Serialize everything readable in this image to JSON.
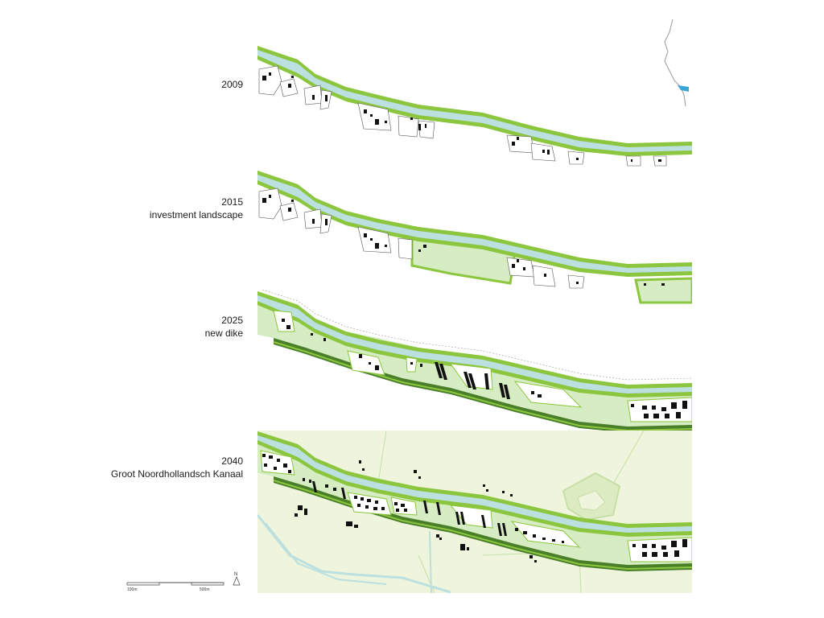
{
  "panels": [
    {
      "year": "2009",
      "subtitle": ""
    },
    {
      "year": "2015",
      "subtitle": "investment landscape"
    },
    {
      "year": "2025",
      "subtitle": "new dike"
    },
    {
      "year": "2040",
      "subtitle": "Groot Noordhollandsch Kanaal"
    }
  ],
  "scale_bar": {
    "left_label": "100m",
    "right_label": "500m"
  },
  "north_arrow": {
    "label": "N"
  },
  "colors": {
    "water": "#bcdfe0",
    "dike": "#8cc63f",
    "dike_dark": "#4a7f2a",
    "polder": "#d6ecc2",
    "hinterland": "#eef5dc",
    "buildings": "#111111",
    "river_inset": "#9a9a9a",
    "inset_water": "#3aa6d8"
  }
}
